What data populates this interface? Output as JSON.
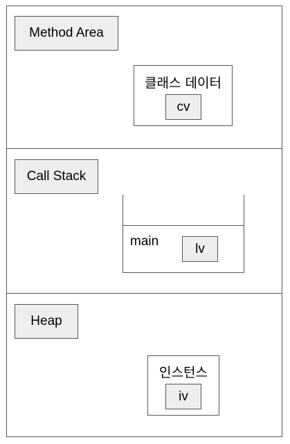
{
  "method_area": {
    "title": "Method Area",
    "class_data": {
      "title": "클래스 데이터",
      "var": "cv"
    }
  },
  "call_stack": {
    "title": "Call Stack",
    "frame": {
      "name": "main",
      "var": "lv"
    }
  },
  "heap": {
    "title": "Heap",
    "instance": {
      "title": "인스턴스",
      "var": "iv"
    }
  }
}
